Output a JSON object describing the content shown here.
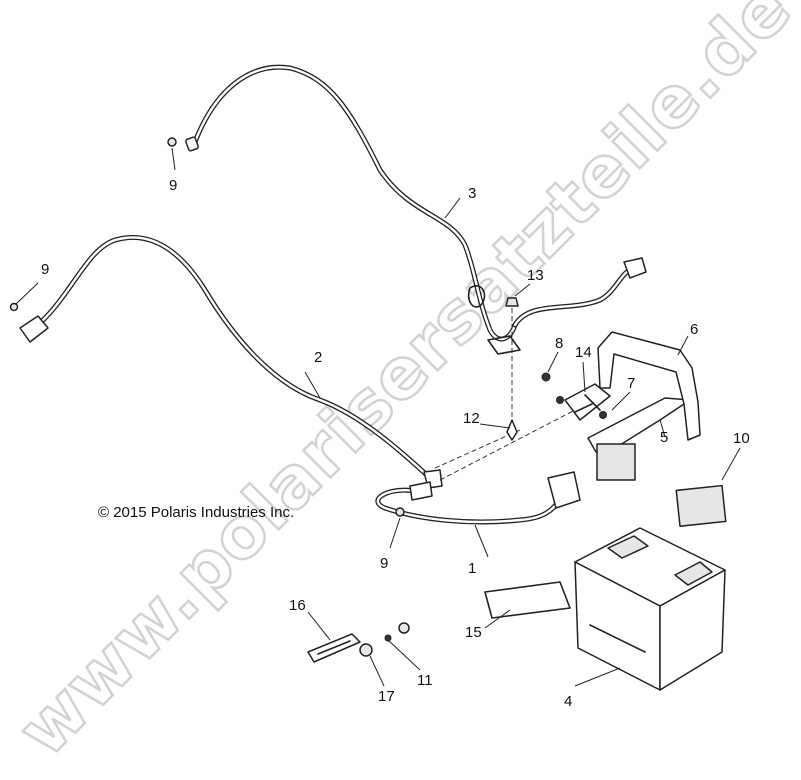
{
  "diagram": {
    "copyright": "© 2015 Polaris Industries Inc.",
    "watermark": "www.polarisersatzteile.de",
    "callouts": [
      {
        "id": "callout-1",
        "label": "1"
      },
      {
        "id": "callout-2",
        "label": "2"
      },
      {
        "id": "callout-3",
        "label": "3"
      },
      {
        "id": "callout-4",
        "label": "4"
      },
      {
        "id": "callout-5",
        "label": "5"
      },
      {
        "id": "callout-6",
        "label": "6"
      },
      {
        "id": "callout-7",
        "label": "7"
      },
      {
        "id": "callout-8",
        "label": "8"
      },
      {
        "id": "callout-9a",
        "label": "9"
      },
      {
        "id": "callout-9b",
        "label": "9"
      },
      {
        "id": "callout-9c",
        "label": "9"
      },
      {
        "id": "callout-10",
        "label": "10"
      },
      {
        "id": "callout-11",
        "label": "11"
      },
      {
        "id": "callout-12",
        "label": "12"
      },
      {
        "id": "callout-13",
        "label": "13"
      },
      {
        "id": "callout-14",
        "label": "14"
      },
      {
        "id": "callout-15",
        "label": "15"
      },
      {
        "id": "callout-16",
        "label": "16"
      },
      {
        "id": "callout-17",
        "label": "17"
      }
    ]
  }
}
